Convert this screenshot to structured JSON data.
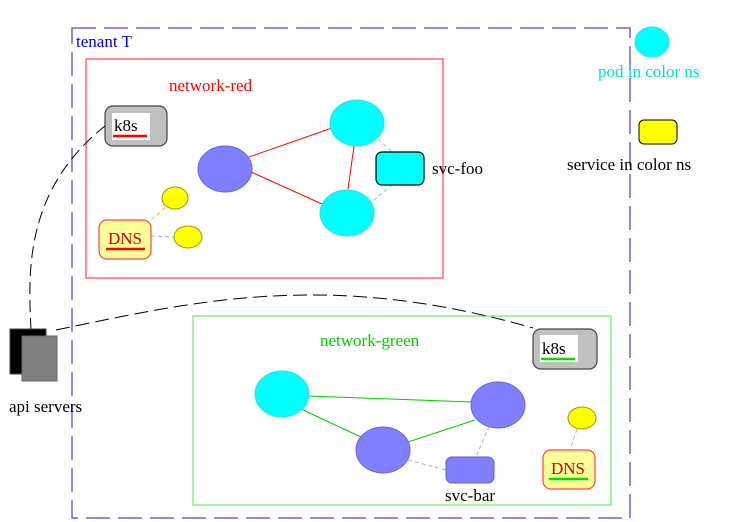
{
  "tenant": {
    "label": "tenant T",
    "color": "#0000cc"
  },
  "network_red": {
    "label": "network-red",
    "color": "#ff0000"
  },
  "network_green": {
    "label": "network-green",
    "color": "#00cc00"
  },
  "legend": {
    "pod_label": "pod in color ns",
    "service_label": "service in color ns",
    "pod_color": "#00ffff",
    "service_color": "#ffff00"
  },
  "k8s_label": "k8s",
  "dns_label": "DNS",
  "svc_foo_label": "svc-foo",
  "svc_bar_label": "svc-bar",
  "api_servers_label": "api servers",
  "colors": {
    "pod_cyan": "#00ffff",
    "pod_purple": "#7f7fff",
    "service_yellow": "#ffff00",
    "dns_fill": "#ffff99",
    "k8s_fill": "#c0c0c0"
  }
}
